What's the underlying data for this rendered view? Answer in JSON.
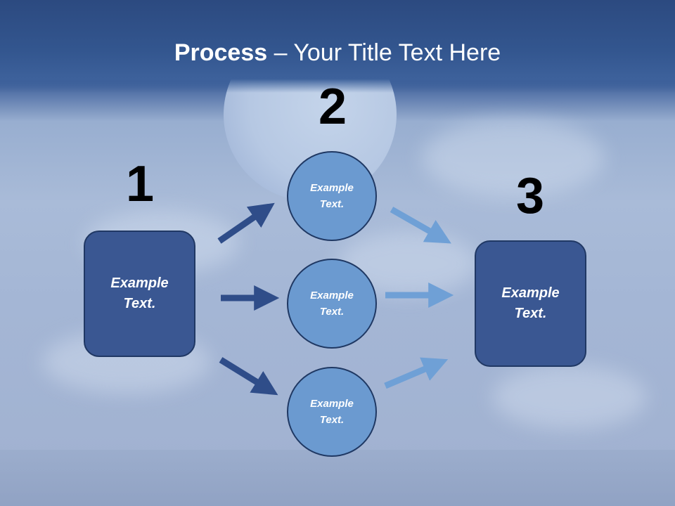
{
  "title": {
    "bold": "Process",
    "rest": " – Your Title Text Here"
  },
  "steps": [
    {
      "number": "1",
      "label": "Example\nText."
    },
    {
      "number": "2",
      "label": "Example\nText."
    },
    {
      "number": "3",
      "label": "Example\nText."
    }
  ],
  "circles": [
    {
      "label": "Example\nText."
    },
    {
      "label": "Example\nText."
    },
    {
      "label": "Example\nText."
    }
  ],
  "colors": {
    "box_fill": "#3a5792",
    "circle_fill": "#6b9ad0",
    "dark_arrow": "#2f4d89",
    "light_arrow": "#6fa0d6"
  }
}
